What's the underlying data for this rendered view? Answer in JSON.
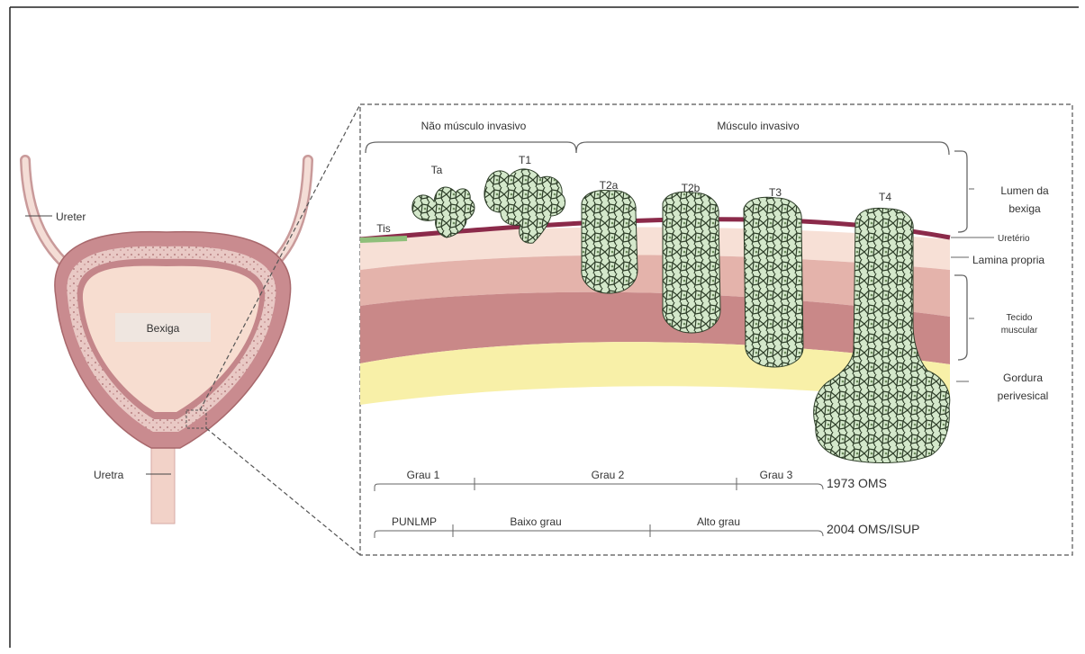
{
  "bladder": {
    "ureter_label": "Ureter",
    "bladder_label": "Bexiga",
    "urethra_label": "Uretra"
  },
  "groups": {
    "non_muscle_invasive": "Não músculo invasivo",
    "muscle_invasive": "Músculo invasivo"
  },
  "stages": {
    "tis": "Tis",
    "ta": "Ta",
    "t1": "T1",
    "t2a": "T2a",
    "t2b": "T2b",
    "t3": "T3",
    "t4": "T4"
  },
  "layers": {
    "lumen": "Lumen da bexiga",
    "lumen_line1": "Lumen da",
    "lumen_line2": "bexiga",
    "urothelium": "Uretério",
    "lamina_propria": "Lamina propria",
    "muscle": "Tecido muscular",
    "muscle_line1": "Tecido",
    "muscle_line2": "muscular",
    "fat": "Gordura perivesical",
    "fat_line1": "Gordura",
    "fat_line2": "perivesical"
  },
  "grading_1973": {
    "grade1": "Grau  1",
    "grade2": "Grau  2",
    "grade3": "Grau  3",
    "system": "1973 OMS"
  },
  "grading_2004": {
    "punlmp": "PUNLMP",
    "low": "Baixo grau",
    "high": "Alto grau",
    "system": "2004 OMS/ISUP"
  },
  "colors": {
    "bladder_wall": "#c98b8f",
    "bladder_lumen": "#f7ddd0",
    "muscle_dark": "#c98888",
    "fat": "#f8f0a8",
    "urothelium": "#8b2a4a",
    "tumor": "#cfe3c6"
  }
}
